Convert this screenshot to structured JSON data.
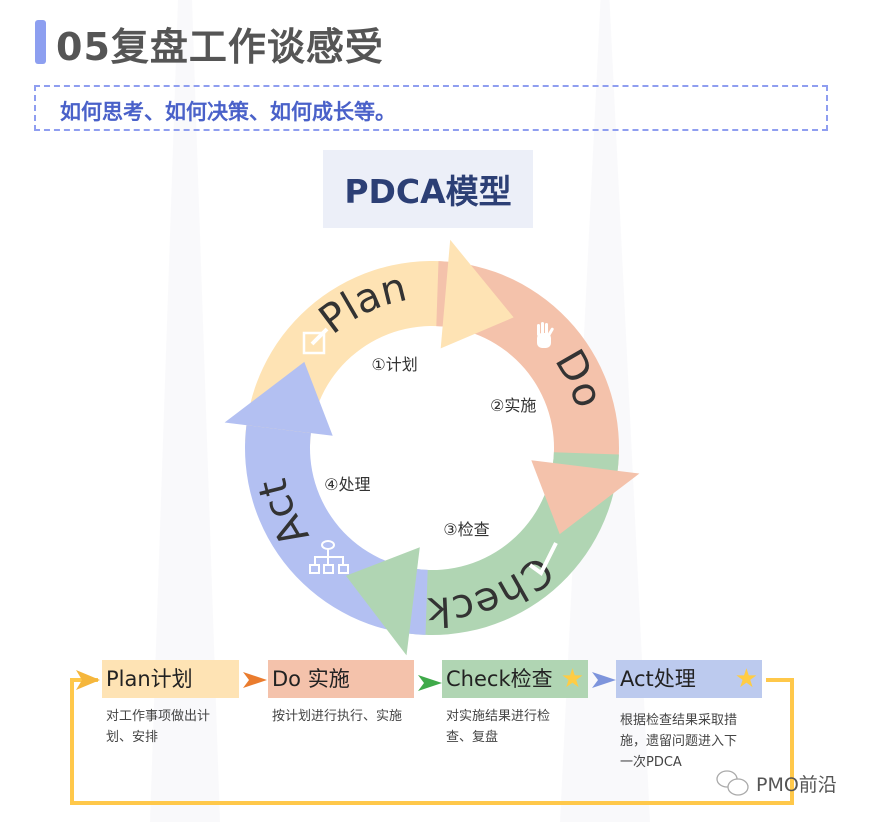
{
  "header": {
    "title": "05复盘工作谈感受",
    "subtitle": "如何思考、如何决策、如何成长等。"
  },
  "model": {
    "title": "PDCA模型"
  },
  "wheel": [
    {
      "label": "Plan",
      "sub": "①计划",
      "color": "#fee3b4",
      "icon": "edit-icon"
    },
    {
      "label": "Do",
      "sub": "②实施",
      "color": "#f4c2ab",
      "icon": "hand-icon"
    },
    {
      "label": "Check",
      "sub": "③检查",
      "color": "#b0d5b3",
      "icon": "check-icon"
    },
    {
      "label": "Act",
      "sub": "④处理",
      "color": "#b3c0f2",
      "icon": "org-chart-icon"
    }
  ],
  "steps": [
    {
      "label": "Plan计划",
      "desc": "对工作事项做出计划、安排",
      "color": "#fee3b4",
      "arrow": "#f5b63c"
    },
    {
      "label": "Do 实施",
      "desc": "按计划进行执行、实施",
      "color": "#f4c2ab",
      "arrow": "#ea7c2e"
    },
    {
      "label": "Check检查",
      "desc": "对实施结果进行检查、复盘",
      "color": "#b0d5b3",
      "arrow": "#3faa4a"
    },
    {
      "label": "Act处理",
      "desc": "根据检查结果采取措施，遗留问题进入下一次PDCA",
      "color": "#bccaee",
      "arrow": "#7e95dc"
    }
  ],
  "brand": "PMO前沿"
}
